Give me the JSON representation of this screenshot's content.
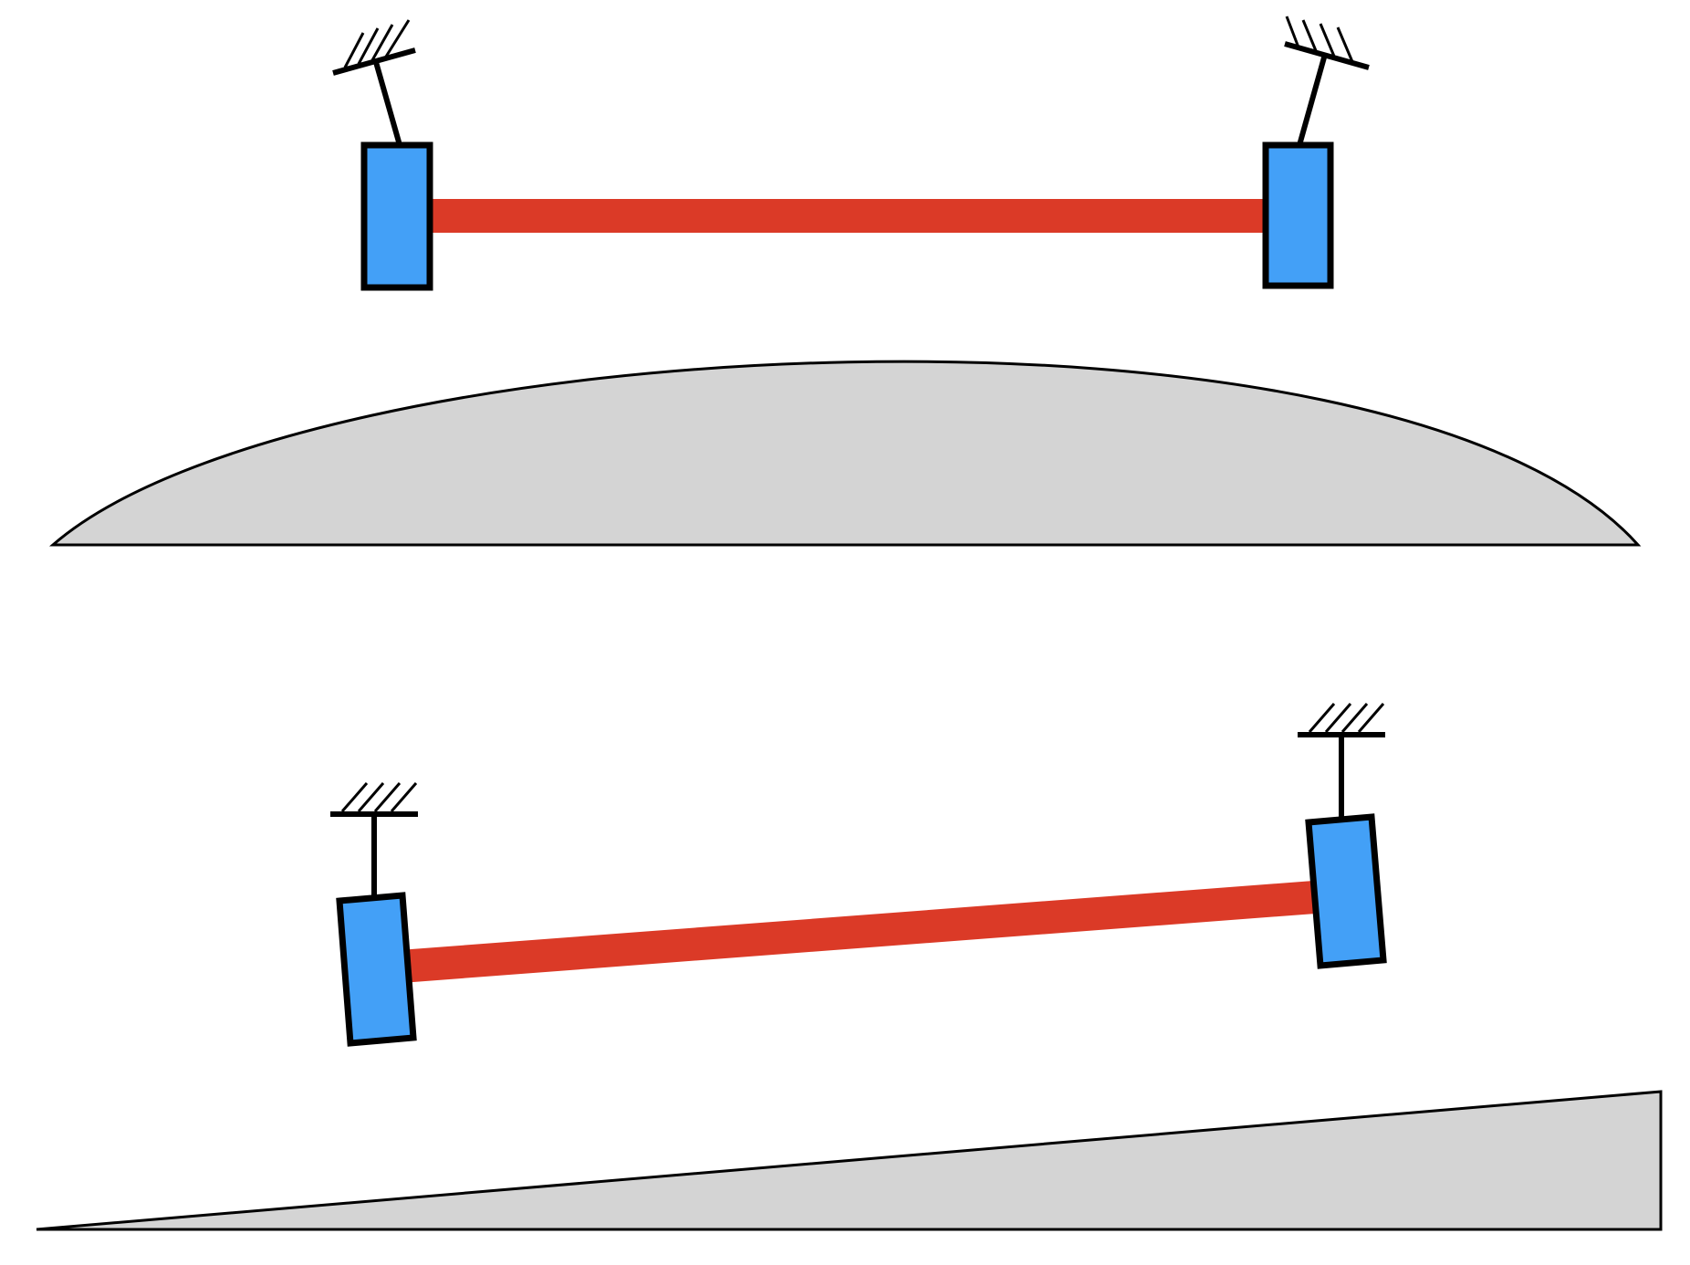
{
  "colors": {
    "background": "#ffffff",
    "axle": "#db3a27",
    "wheel": "#43a0f7",
    "ground": "#d4d4d4",
    "outline": "#000000"
  },
  "panels": [
    {
      "id": "top",
      "scene": "axle-level-over-convex-bump",
      "ground_shape": "convex-arc",
      "axle_tilt_deg": 0
    },
    {
      "id": "bottom",
      "scene": "axle-tilted-over-ramp",
      "ground_shape": "wedge-ramp",
      "axle_tilt_deg": -4
    }
  ]
}
